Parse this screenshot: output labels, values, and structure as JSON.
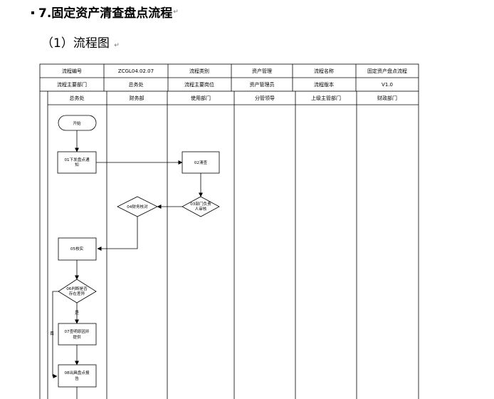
{
  "doc": {
    "section_title": "7.固定资产清查盘点流程",
    "subsection_title": "（1）流程图"
  },
  "flowchart": {
    "info_rows": [
      [
        {
          "label": "流程编号",
          "value": "ZCGL04.02.07"
        },
        {
          "label": "流程类别",
          "value": "资产管理"
        },
        {
          "label": "流程名称",
          "value": "固定资产盘点流程"
        }
      ],
      [
        {
          "label": "流程主要部门",
          "value": "总务处"
        },
        {
          "label": "流程主要岗位",
          "value": "资产管理员"
        },
        {
          "label": "流程版本",
          "value": "V1.0"
        }
      ]
    ],
    "lanes": [
      "总务处",
      "财务部",
      "使用部门",
      "分管领导",
      "上级主管部门",
      "财政部门"
    ],
    "nodes": {
      "start": "开始",
      "n01": [
        "01下发盘点通",
        "知"
      ],
      "n02": [
        "02清查"
      ],
      "n03": [
        "03部门负责",
        "人审核"
      ],
      "n04": [
        "04财务核对"
      ],
      "n05": [
        "05核实"
      ],
      "n06": [
        "06判断是否",
        "存在差异"
      ],
      "n07": [
        "07查明原因并",
        "提供"
      ],
      "n08": [
        "08出具盘点报",
        "告"
      ]
    },
    "edge_labels": {
      "yes": "是",
      "no": "否"
    }
  }
}
